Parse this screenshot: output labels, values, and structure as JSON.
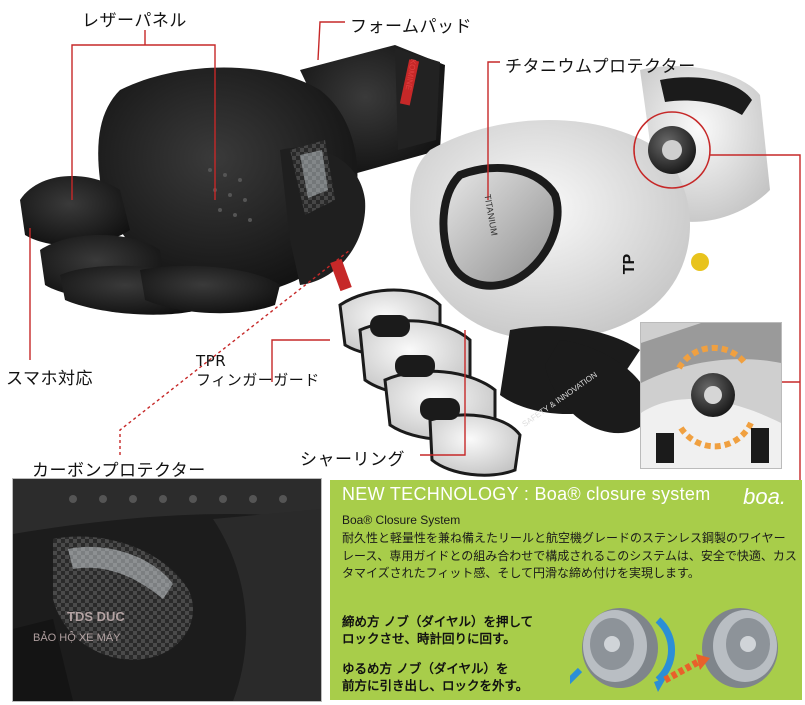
{
  "labels": {
    "leather_panel": "レザーパネル",
    "foam_pad": "フォームパッド",
    "titanium_protector": "チタニウムプロテクター",
    "smartphone": "スマホ対応",
    "tpr_line1": "TPR",
    "tpr_line2": "フィンガーガード",
    "shirring": "シャーリング",
    "carbon_protector": "カーボンプロテクター"
  },
  "boa": {
    "title": "NEW TECHNOLOGY : Boa® closure system",
    "logo": "boa.",
    "subtitle": "Boa® Closure System",
    "body": "耐久性と軽量性を兼ね備えたリールと航空機グレードのステンレス鋼製のワイヤーレース、専用ガイドとの組み合わせで構成されるこのシステムは、安全で快適、カスタマイズされたフィット感、そして円滑な締め付けを実現します。",
    "tighten": "締め方 ノブ（ダイヤル）を押して\nロックさせ、時計回りに回す。",
    "loosen": "ゆるめ方 ノブ（ダイヤル）を\n前方に引き出し、ロックを外す。"
  },
  "glove_text": {
    "brand_strip": "KOMINE",
    "titanium_text": "TITANIUM",
    "tp": "TP",
    "safety": "SAFETY & INNOVATION"
  },
  "watermark": {
    "line1": "TDS DUC",
    "line2": "BẢO HỘ XE MÁY"
  },
  "colors": {
    "leader_line": "#c62828",
    "boa_panel": "#a8cd4a",
    "glove_black": "#1b1b1b",
    "glove_white": "#ececec",
    "dial_gray": "#8a8f95"
  }
}
